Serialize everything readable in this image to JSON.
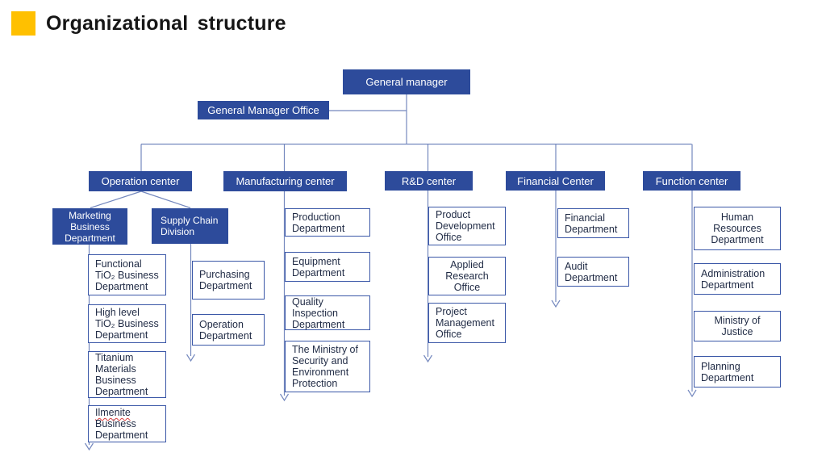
{
  "title": "Organizational structure",
  "colors": {
    "accent_yellow": "#FFC000",
    "box_blue": "#2D4B9B",
    "line_blue": "#7488BE",
    "box_border": "#3A57A7",
    "text_dark": "#1F2A44"
  },
  "boxes": {
    "general_manager": "General manager",
    "gm_office": "General Manager Office",
    "centers": {
      "operation": "Operation center",
      "manufacturing": "Manufacturing center",
      "rnd": "R&D center",
      "financial": "Financial Center",
      "function": "Function center"
    },
    "operation": {
      "marketing": "Marketing\nBusiness\nDepartment",
      "supply": "Supply Chain\nDivision",
      "marketing_children": {
        "functional": "Functional\nTiO₂ Business\nDepartment",
        "high_level": "High level\nTiO₂ Business\nDepartment",
        "titanium": "Titanium\nMaterials\nBusiness\nDepartment",
        "ilmenite_word": "Ilmenite",
        "ilmenite_rest": "Business\nDepartment"
      },
      "supply_children": {
        "purchasing": "Purchasing\nDepartment",
        "operation_dept": "Operation\nDepartment"
      }
    },
    "manufacturing_children": {
      "production": "Production\nDepartment",
      "equipment": "Equipment\nDepartment",
      "quality": "Quality\nInspection\nDepartment",
      "security": "The Ministry of\nSecurity and\nEnvironment\nProtection"
    },
    "rnd_children": {
      "product_dev": "Product\nDevelopment\nOffice",
      "applied": "Applied\nResearch\nOffice",
      "project": "Project\nManagement\nOffice"
    },
    "financial_children": {
      "financial_dept": "Financial\nDepartment",
      "audit": "Audit\nDepartment"
    },
    "function_children": {
      "hr": "Human\nResources\nDepartment",
      "admin": "Administration\nDepartment",
      "justice": "Ministry of\nJustice",
      "planning": "Planning\nDepartment"
    }
  }
}
